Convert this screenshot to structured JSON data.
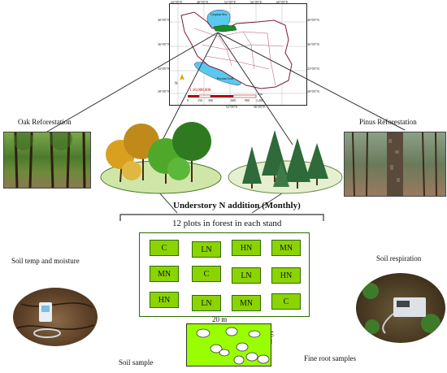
{
  "map": {
    "sea_label": "Caspian Sea",
    "gulf_label": "Persian Gulf",
    "scale_label": "1:10,000,000",
    "scale_ticks": [
      "0",
      "150",
      "300",
      "600",
      "900",
      "1,200"
    ],
    "scale_unit": "Km",
    "lon_ticks": [
      "44°0'0\"E",
      "48°0'0\"E",
      "52°0'0\"E",
      "56°0'0\"E",
      "60°0'0\"E"
    ],
    "lat_ticks_left": [
      "40°0'0\"N",
      "36°0'0\"N",
      "32°0'0\"N",
      "28°0'0\"N"
    ],
    "lat_ticks_right": [
      "40°0'0\"N",
      "36°0'0\"N",
      "32°0'0\"N",
      "28°0'0\"N"
    ],
    "north_arrow": "N"
  },
  "labels": {
    "oak": "Oak Reforestation",
    "pinus": "Pinus Reforestation",
    "treatment": "Understory N addition (Monthly)",
    "plots_caption": "12 plots in forest in each stand",
    "soil_temp": "Soil temp and moisture",
    "soil_resp": "Soil respiration",
    "soil_sample": "Soil sample",
    "fine_root": "Fine root samples",
    "width_m": "20 m",
    "height_m": "10 m"
  },
  "plots": [
    [
      "C",
      "LN",
      "HN",
      "MN"
    ],
    [
      "MN",
      "C",
      "LN",
      "HN"
    ],
    [
      "HN",
      "LN",
      "MN",
      "C"
    ]
  ],
  "colors": {
    "plot_fill": "#8bd400",
    "frame_fill": "#ffffff",
    "sample_fill": "#99ff00",
    "map_water": "#5bc8f0",
    "study_area": "#1a8a2a"
  }
}
